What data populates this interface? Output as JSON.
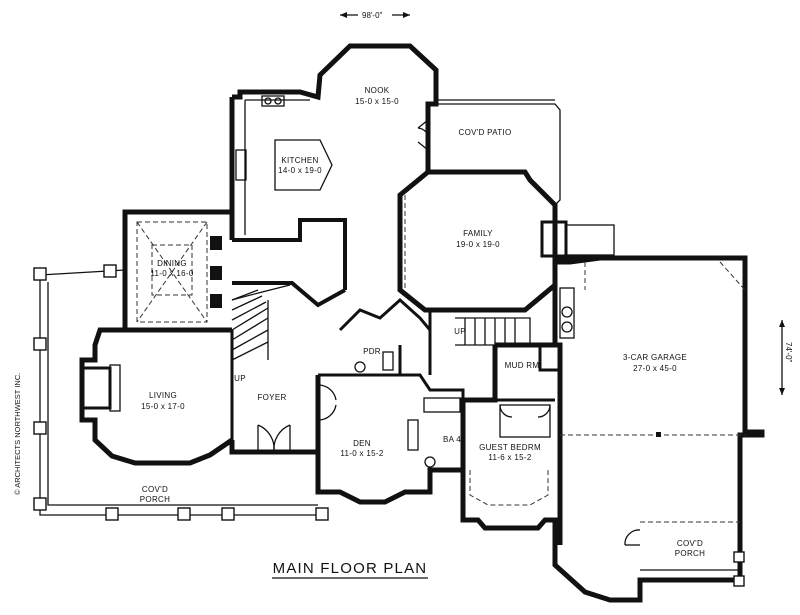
{
  "title": "MAIN FLOOR PLAN",
  "dimensions": {
    "width": "98'-0\"",
    "depth": "74'-0\""
  },
  "copyright": "© ARCHITECTS NORTHWEST INC.",
  "rooms": {
    "nook": {
      "name": "NOOK",
      "size": "15-0 x 15-0"
    },
    "covd_patio": {
      "name": "COV'D PATIO"
    },
    "kitchen": {
      "name": "KITCHEN",
      "size": "14-0 x 19-0"
    },
    "family": {
      "name": "FAMILY",
      "size": "19-0 x 19-0"
    },
    "dining": {
      "name": "DINING",
      "size": "11-0 x 16-0"
    },
    "living": {
      "name": "LIVING",
      "size": "15-0 x 17-0"
    },
    "foyer": {
      "name": "FOYER"
    },
    "pdr": {
      "name": "PDR"
    },
    "den": {
      "name": "DEN",
      "size": "11-0 x 15-2"
    },
    "ba4": {
      "name": "BA 4"
    },
    "mud_rm": {
      "name": "MUD RM"
    },
    "guest_bedrm": {
      "name": "GUEST BEDRM",
      "size": "11-6 x 15-2"
    },
    "garage": {
      "name": "3-CAR GARAGE",
      "size": "27-0 x 45-0"
    },
    "covd_porch_front": {
      "name": "COV'D",
      "name2": "PORCH"
    },
    "covd_porch_side": {
      "name": "COV'D",
      "name2": "PORCH"
    }
  },
  "stair_labels": {
    "up_main": "UP",
    "up_mud": "UP"
  }
}
